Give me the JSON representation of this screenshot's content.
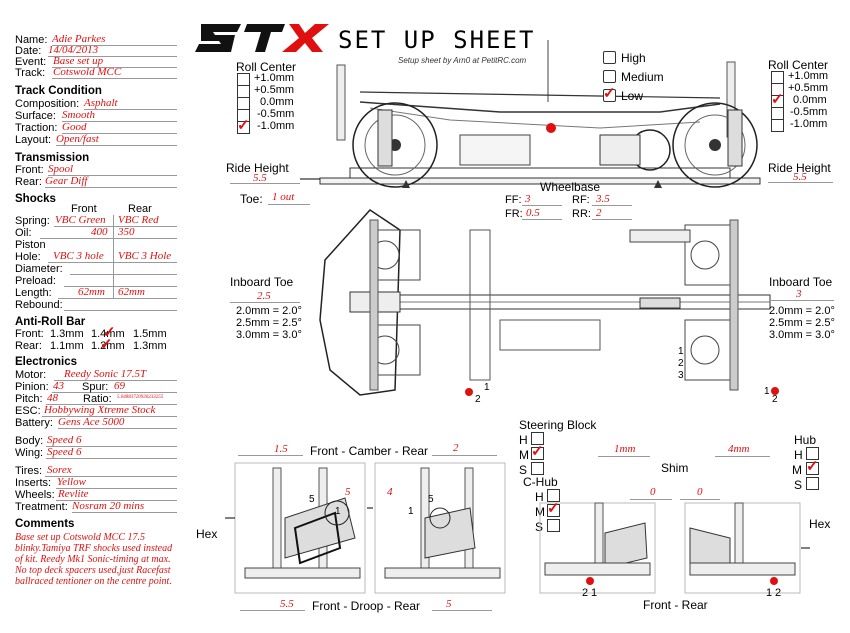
{
  "header": {
    "logo": "STX",
    "title": "SET UP SHEET",
    "credit": "Setup sheet by Arn0 at PetitRC.com"
  },
  "info": {
    "name_label": "Name:",
    "name": "Adie Parkes",
    "date_label": "Date:",
    "date": "14/04/2013",
    "event_label": "Event:",
    "event": "Base set up",
    "track_label": "Track:",
    "track": "Cotswold MCC"
  },
  "track_condition": {
    "heading": "Track Condition",
    "composition_label": "Composition:",
    "composition": "Asphalt",
    "surface_label": "Surface:",
    "surface": "Smooth",
    "traction_label": "Traction:",
    "traction": "Good",
    "layout_label": "Layout:",
    "layout": "Open/fast"
  },
  "transmission": {
    "heading": "Transmission",
    "front_label": "Front:",
    "front": "Spool",
    "rear_label": "Rear:",
    "rear": "Gear Diff"
  },
  "shocks": {
    "heading": "Shocks",
    "front_col": "Front",
    "rear_col": "Rear",
    "spring_label": "Spring:",
    "spring_front": "VBC Green",
    "spring_rear": "VBC Red",
    "oil_label": "Oil:",
    "oil_front": "400",
    "oil_rear": "350",
    "piston_label": "Piston",
    "hole_label": "Hole:",
    "hole_front": "VBC 3 hole",
    "hole_rear": "VBC 3 Hole",
    "diameter_label": "Diameter:",
    "preload_label": "Preload:",
    "length_label": "Length:",
    "length_front": "62mm",
    "length_rear": "62mm",
    "rebound_label": "Rebound:"
  },
  "anti_roll": {
    "heading": "Anti-Roll Bar",
    "front_label": "Front:",
    "front_options": [
      "1.3mm",
      "1.4mm",
      "1.5mm"
    ],
    "rear_label": "Rear:",
    "rear_options": [
      "1.1mm",
      "1.2mm",
      "1.3mm"
    ]
  },
  "electronics": {
    "heading": "Electronics",
    "motor_label": "Motor:",
    "motor": "Reedy Sonic 17.5T",
    "pinion_label": "Pinion:",
    "pinion": "43",
    "spur_label": "Spur:",
    "spur": "69",
    "pitch_label": "Pitch:",
    "pitch": "48",
    "ratio_label": "Ratio:",
    "ratio": "5.04883720930233255",
    "esc_label": "ESC:",
    "esc": "Hobbywing Xtreme Stock",
    "battery_label": "Battery:",
    "battery": "Gens Ace 5000"
  },
  "body": {
    "body_label": "Body:",
    "body": "Speed 6",
    "wing_label": "Wing:",
    "wing": "Speed 6"
  },
  "tires": {
    "tires_label": "Tires:",
    "tires": "Sorex",
    "inserts_label": "Inserts:",
    "inserts": "Yellow",
    "wheels_label": "Wheels:",
    "wheels": "Revlite",
    "treatment_label": "Treatment:",
    "treatment": "Nosram 20 mins"
  },
  "comments": {
    "heading": "Comments",
    "text": "Base set up Cotswold MCC 17.5 blinky.Tamiya TRF shocks used instead of kit. Reedy Mk1 Sonic-timing at max.\nNo top deck spacers used,just Racefast ballraced tentioner on the centre point."
  },
  "roll_center_front": {
    "title": "Roll Center",
    "options": [
      "+1.0mm",
      "+0.5mm",
      "0.0mm",
      "-0.5mm",
      "-1.0mm"
    ],
    "selected": "-1.0mm"
  },
  "roll_center_rear": {
    "title": "Roll Center",
    "options": [
      "+1.0mm",
      "+0.5mm",
      "0.0mm",
      "-0.5mm",
      "-1.0mm"
    ],
    "selected": "0.0mm"
  },
  "motor_height": {
    "options": [
      "High",
      "Medium",
      "Low"
    ],
    "selected": "Low"
  },
  "ride_height": {
    "front_label": "Ride Height",
    "front": "5.5",
    "rear_label": "Ride Height",
    "rear": "5.5"
  },
  "toe": {
    "label": "Toe:",
    "value": "1 out"
  },
  "wheelbase": {
    "label": "Wheelbase",
    "ff_label": "FF:",
    "ff": "3",
    "rf_label": "RF:",
    "rf": "3.5",
    "fr_label": "FR:",
    "fr": "0.5",
    "rr_label": "RR:",
    "rr": "2"
  },
  "inboard_toe_front": {
    "label": "Inboard Toe",
    "value": "2.5",
    "legend": [
      "2.0mm = 2.0°",
      "2.5mm = 2.5°",
      "3.0mm = 3.0°"
    ]
  },
  "inboard_toe_rear": {
    "label": "Inboard Toe",
    "value": "3",
    "legend": [
      "2.0mm = 2.0°",
      "2.5mm = 2.5°",
      "3.0mm = 3.0°"
    ]
  },
  "marks": {
    "n1": "1",
    "n2": "2",
    "n3": "3",
    "n5": "5"
  },
  "camber": {
    "label": "Front - Camber - Rear",
    "front": "1.5",
    "rear": "2",
    "link_front": "5",
    "link_rear": "4"
  },
  "droop": {
    "label": "Front - Droop - Rear",
    "front": "5.5",
    "rear": "5"
  },
  "hex": {
    "label": "Hex"
  },
  "steering_block": {
    "title": "Steering Block",
    "options": [
      "H",
      "M",
      "S"
    ],
    "selected": "M"
  },
  "c_hub": {
    "title": "C-Hub",
    "options": [
      "H",
      "M",
      "S"
    ],
    "selected": "M"
  },
  "hub": {
    "title": "Hub",
    "options": [
      "H",
      "M",
      "S"
    ],
    "selected": "M"
  },
  "shim": {
    "label": "Shim",
    "left": "1mm",
    "right": "4mm",
    "c_left": "0",
    "c_right": "0"
  },
  "front_rear": {
    "label": "Front - Rear"
  }
}
